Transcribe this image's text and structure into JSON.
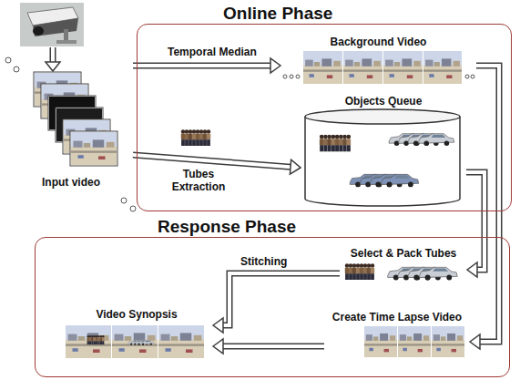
{
  "diagram": {
    "nodes": [
      {
        "text": [
          "Input video"
        ]
      },
      {
        "text": [
          "Online Phase"
        ]
      },
      {
        "text": [
          "Background Video"
        ],
        "in": 1
      },
      {
        "text": [
          "Objects Queue"
        ],
        "in": 1
      },
      {
        "text": [
          "Response Phase"
        ]
      },
      {
        "text": [
          "Select & Pack Tubes"
        ],
        "in": 4
      },
      {
        "text": [
          "Create Time Lapse Video"
        ],
        "in": 4
      },
      {
        "text": [
          "Video Synopsis"
        ],
        "in": 4
      }
    ],
    "edges": [
      {
        "from": 0,
        "to": 2,
        "label": "Temporal Median",
        "arrow": "to"
      },
      {
        "from": 0,
        "to": 3,
        "label": "Tubes Extraction",
        "arrow": "to"
      },
      {
        "from": 2,
        "to": 6,
        "arrow": "to"
      },
      {
        "from": 3,
        "to": 5,
        "arrow": "to"
      },
      {
        "from": 5,
        "to": 7,
        "label": "Stitching",
        "arrow": "to"
      },
      {
        "from": 6,
        "to": 7,
        "arrow": "to"
      }
    ]
  }
}
